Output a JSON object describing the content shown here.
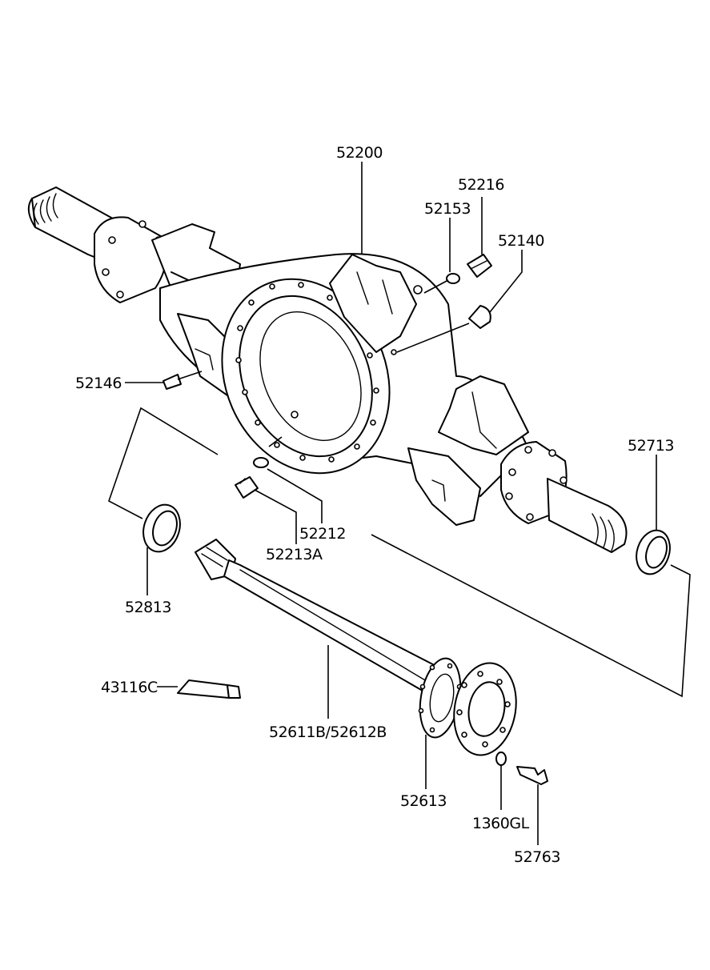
{
  "labels": {
    "p52200": "52200",
    "p52216": "52216",
    "p52153": "52153",
    "p52140": "52140",
    "p52146": "52146",
    "p52713": "52713",
    "p52212": "52212",
    "p52213A": "52213A",
    "p52813": "52813",
    "p43116C": "43116C",
    "p52611B": "52611B/52612B",
    "p52613": "52613",
    "p1360GL": "1360GL",
    "p52763": "52763"
  }
}
